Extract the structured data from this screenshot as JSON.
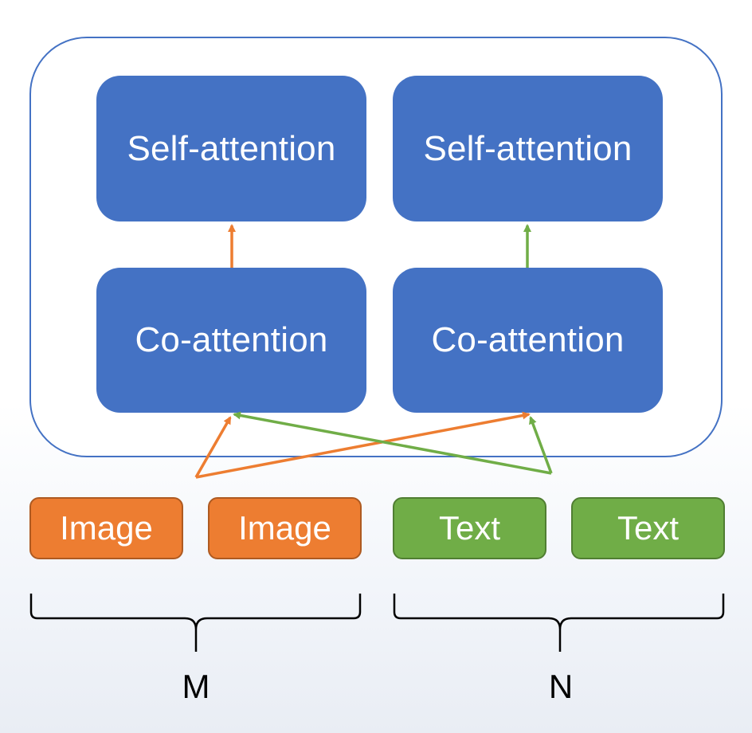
{
  "blocks": {
    "image_self_attention": "Self-attention",
    "text_self_attention": "Self-attention",
    "image_co_attention": "Co-attention",
    "text_co_attention": "Co-attention"
  },
  "tokens": {
    "image_1": "Image",
    "image_2": "Image",
    "text_1": "Text",
    "text_2": "Text"
  },
  "braces": {
    "image_count": "M",
    "text_count": "N"
  },
  "colors": {
    "block_blue": "#4472c4",
    "image_orange": "#ed7d31",
    "text_green": "#70ad47",
    "frame_blue": "#4472c4"
  }
}
